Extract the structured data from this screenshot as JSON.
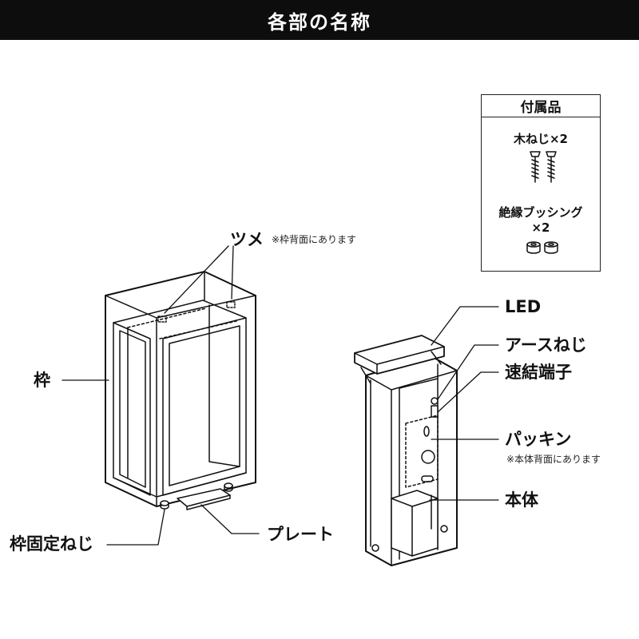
{
  "header": {
    "title": "各部の名称"
  },
  "accessories": {
    "title": "付属品",
    "item1": "木ねじ×2",
    "item2_line1": "絶縁ブッシング",
    "item2_line2": "×2"
  },
  "labels": {
    "tsume": "ツメ",
    "tsume_note": "※枠背面にあります",
    "waku": "枠",
    "waku_screw": "枠固定ねじ",
    "plate": "プレート",
    "led": "LED",
    "earth_screw": "アースねじ",
    "terminal": "速結端子",
    "packing": "パッキン",
    "packing_note": "※本体背面にあります",
    "body": "本体"
  }
}
